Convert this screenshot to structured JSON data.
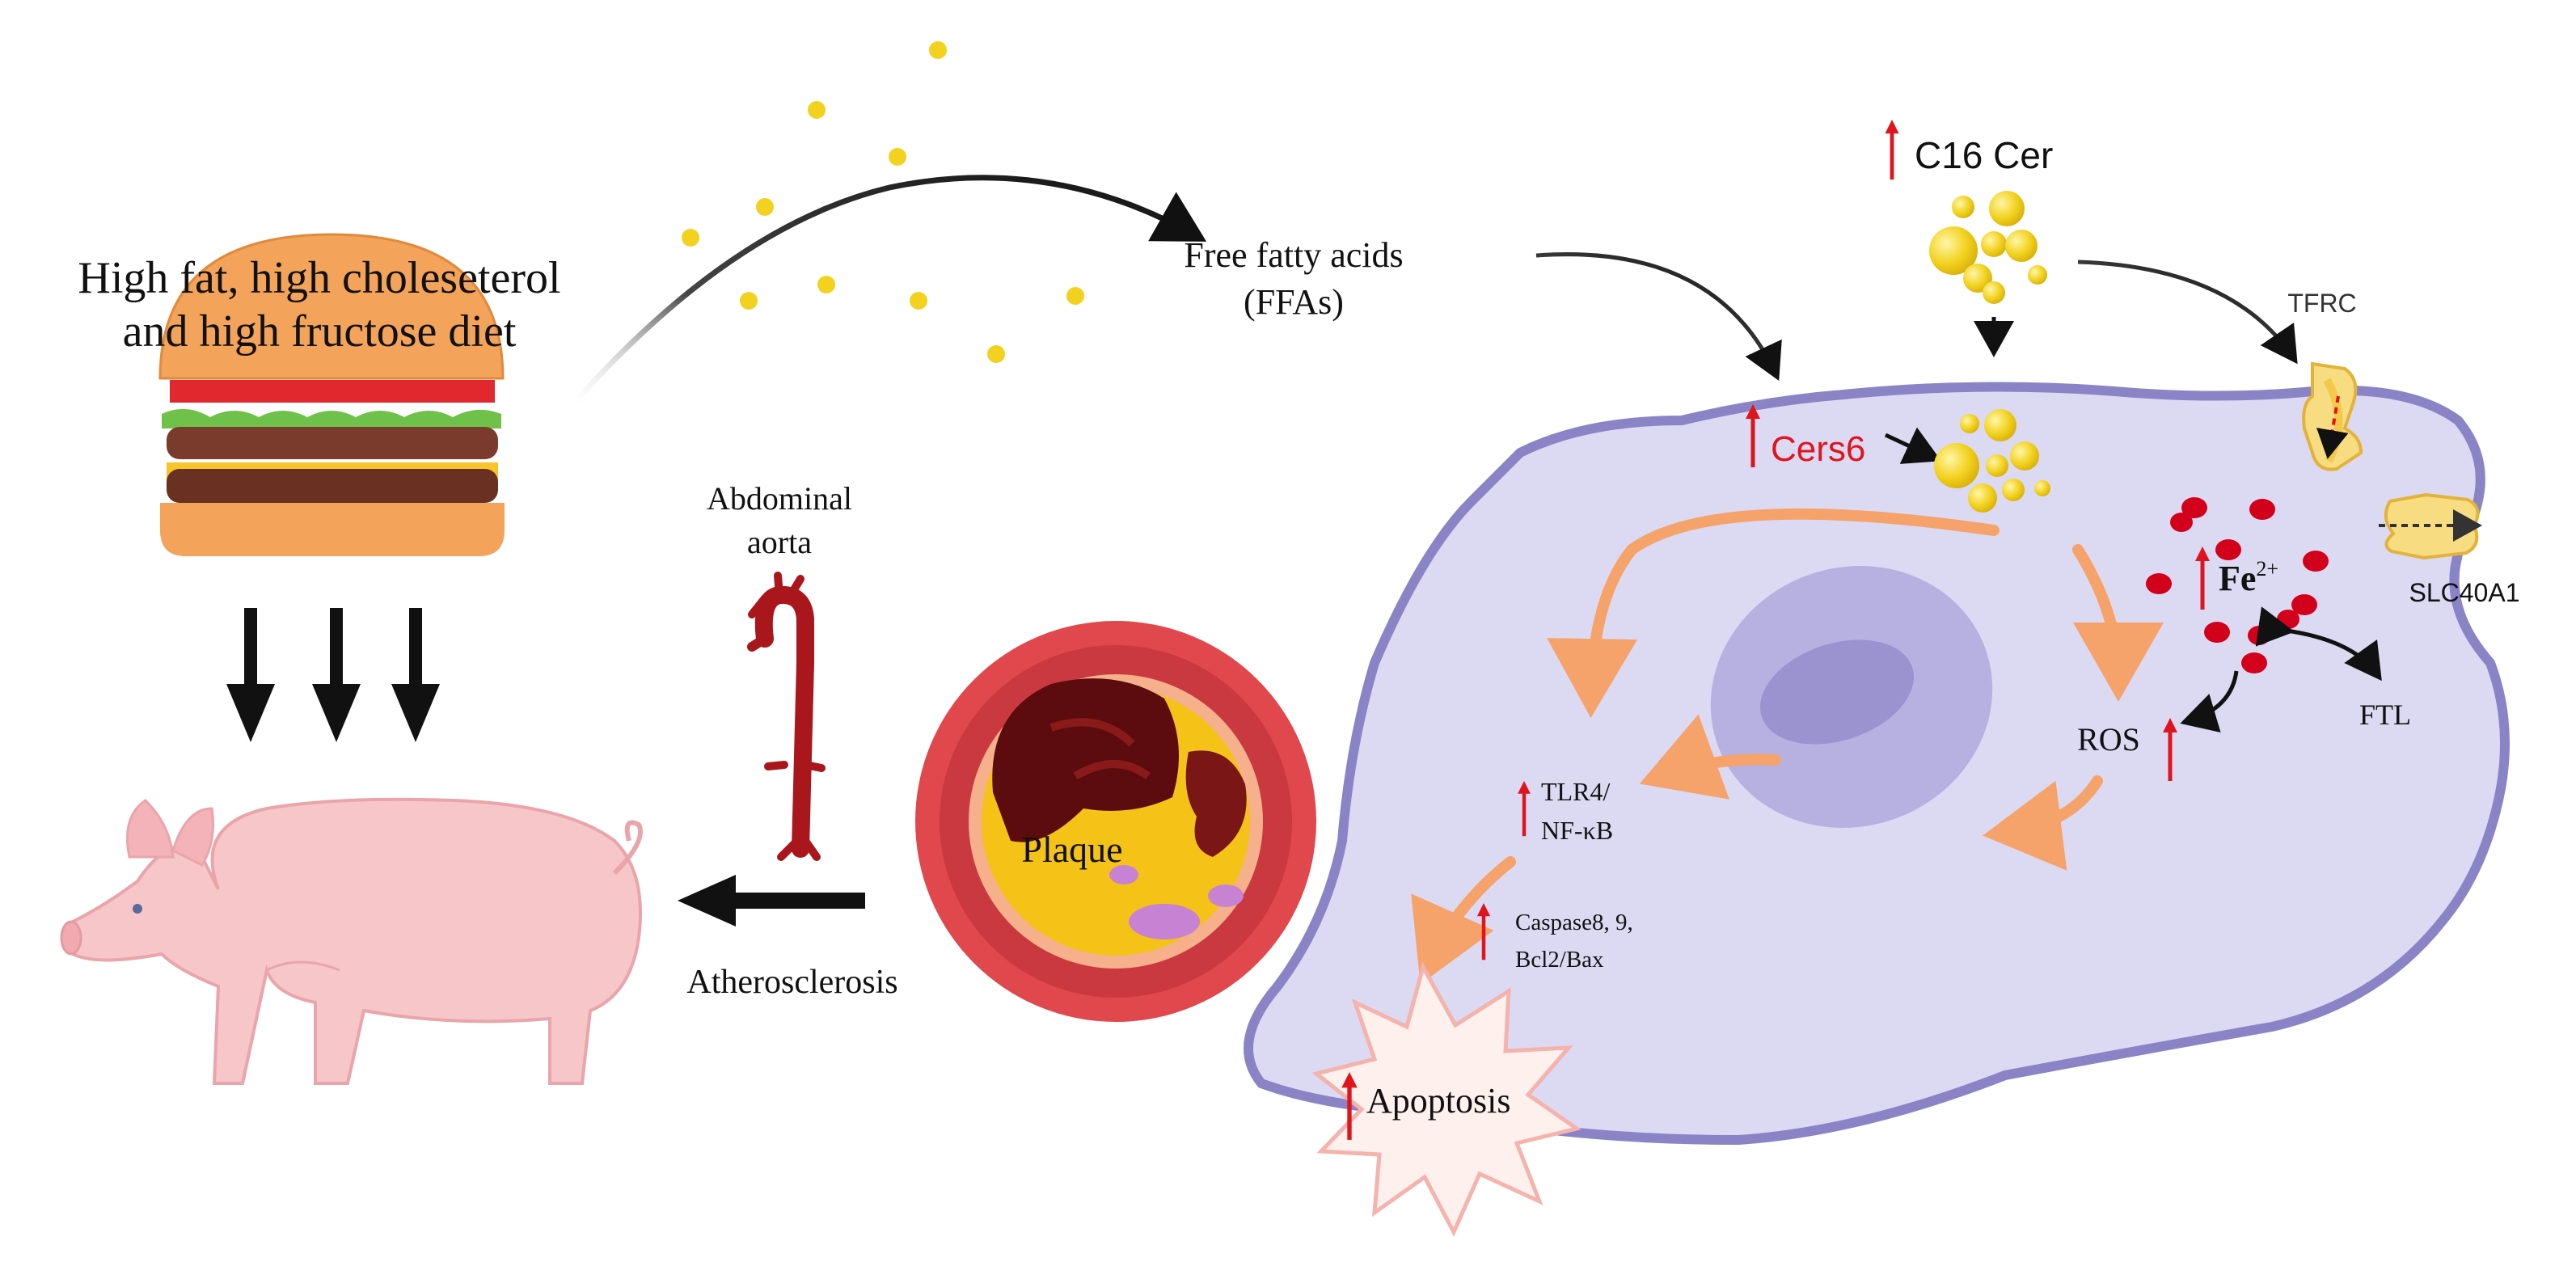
{
  "diet": {
    "line1": "High fat, high choleseterol",
    "line2": "and high fructose diet"
  },
  "ffa": {
    "line1": "Free fatty acids",
    "line2": "(FFAs)"
  },
  "ceramide": {
    "label": "C16 Cer"
  },
  "cell": {
    "cers6": "Cers6",
    "tfrc": "TFRC",
    "slc40a1": "SLC40A1",
    "fe_base": "Fe",
    "fe_sup": "2+",
    "ftl": "FTL",
    "ros": "ROS",
    "tlr4_line1": "TLR4/",
    "tlr4_line2": "NF-κB",
    "caspase_line1": "Caspase8, 9,",
    "caspase_line2": "Bcl2/Bax",
    "apoptosis": "Apoptosis"
  },
  "aorta": {
    "line1": "Abdominal",
    "line2": "aorta"
  },
  "plaque": {
    "label": "Plaque"
  },
  "outcome": {
    "label": "Atherosclerosis"
  },
  "colors": {
    "cell_fill": "#dcd9f3",
    "cell_stroke": "#8a84c6",
    "nucleus": "#b7b1e2",
    "orange_arrow": "#f5a36b",
    "up_arrow": "#e0141c",
    "cers6_text": "#e0141c",
    "fat_droplet": "#f2d21f",
    "iron": "#d3001c",
    "vessel_outer": "#dc4a4f",
    "plaque_core": "#f5c218",
    "pig": "#f6c6c8"
  }
}
